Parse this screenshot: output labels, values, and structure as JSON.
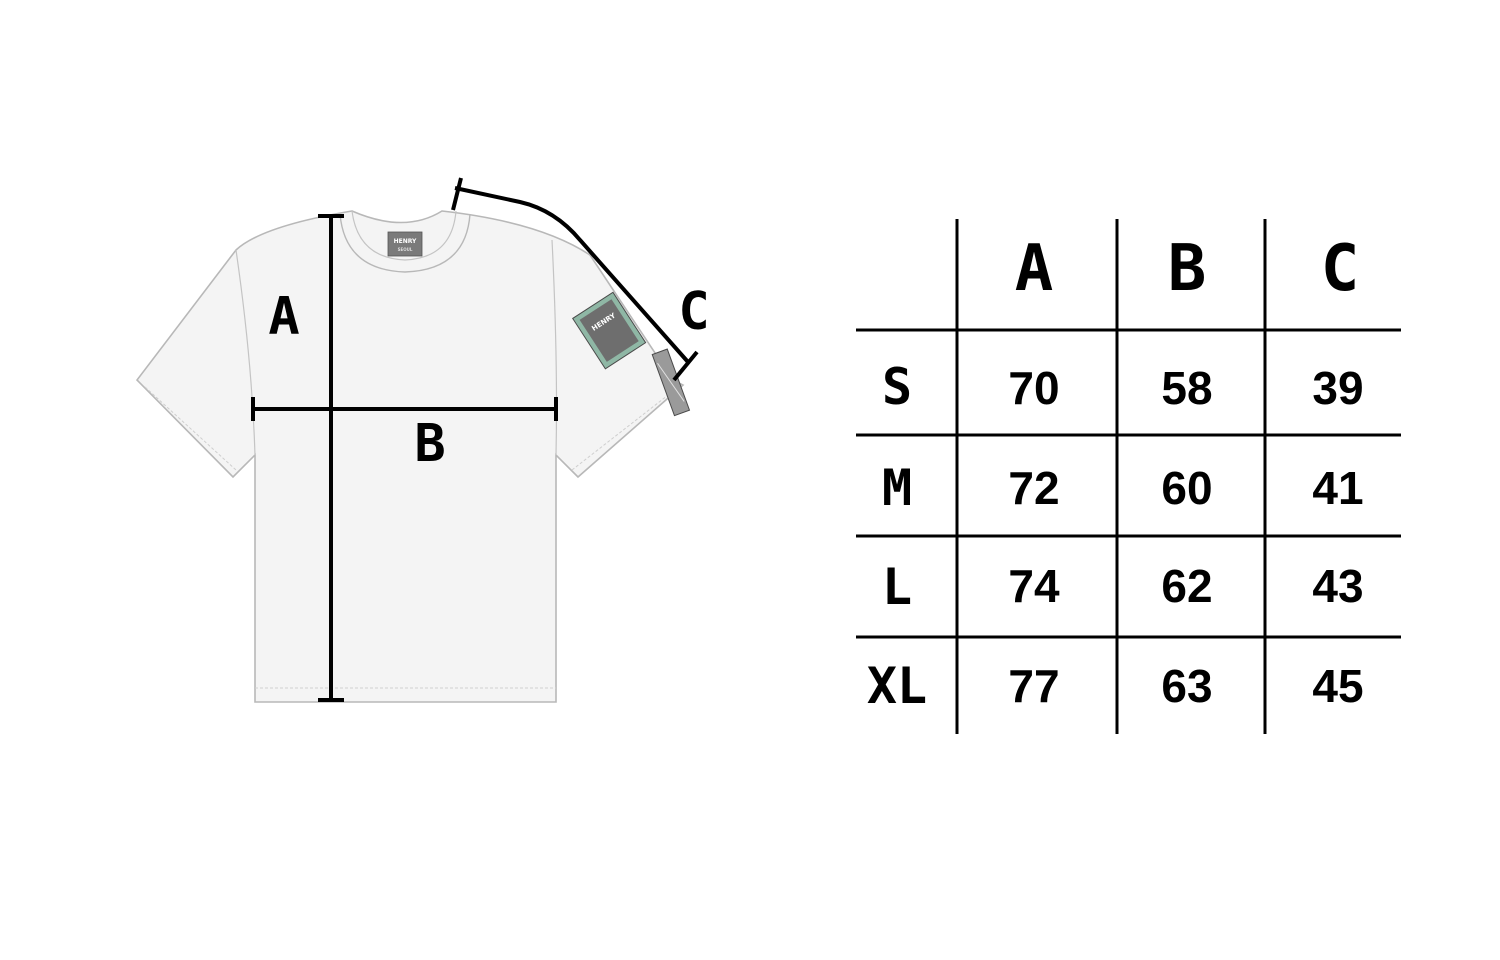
{
  "diagram": {
    "labels": {
      "a": "A",
      "b": "B",
      "c": "C"
    },
    "neck_label": {
      "brand": "HENRY",
      "sub": "SEOUL"
    },
    "sleeve_tag": {
      "text": "HENRY"
    },
    "colors": {
      "shirt_fill": "#f4f4f4",
      "shirt_stroke": "#b8b8b8",
      "line": "#000000",
      "tag_fill": "#6e6e6e",
      "tag_accent": "#8fb7a5"
    }
  },
  "size_table": {
    "columns": [
      "",
      "A",
      "B",
      "C"
    ],
    "rows": [
      {
        "size": "S",
        "a": "70",
        "b": "58",
        "c": "39"
      },
      {
        "size": "M",
        "a": "72",
        "b": "60",
        "c": "41"
      },
      {
        "size": "L",
        "a": "74",
        "b": "62",
        "c": "43"
      },
      {
        "size": "XL",
        "a": "77",
        "b": "63",
        "c": "45"
      }
    ]
  }
}
